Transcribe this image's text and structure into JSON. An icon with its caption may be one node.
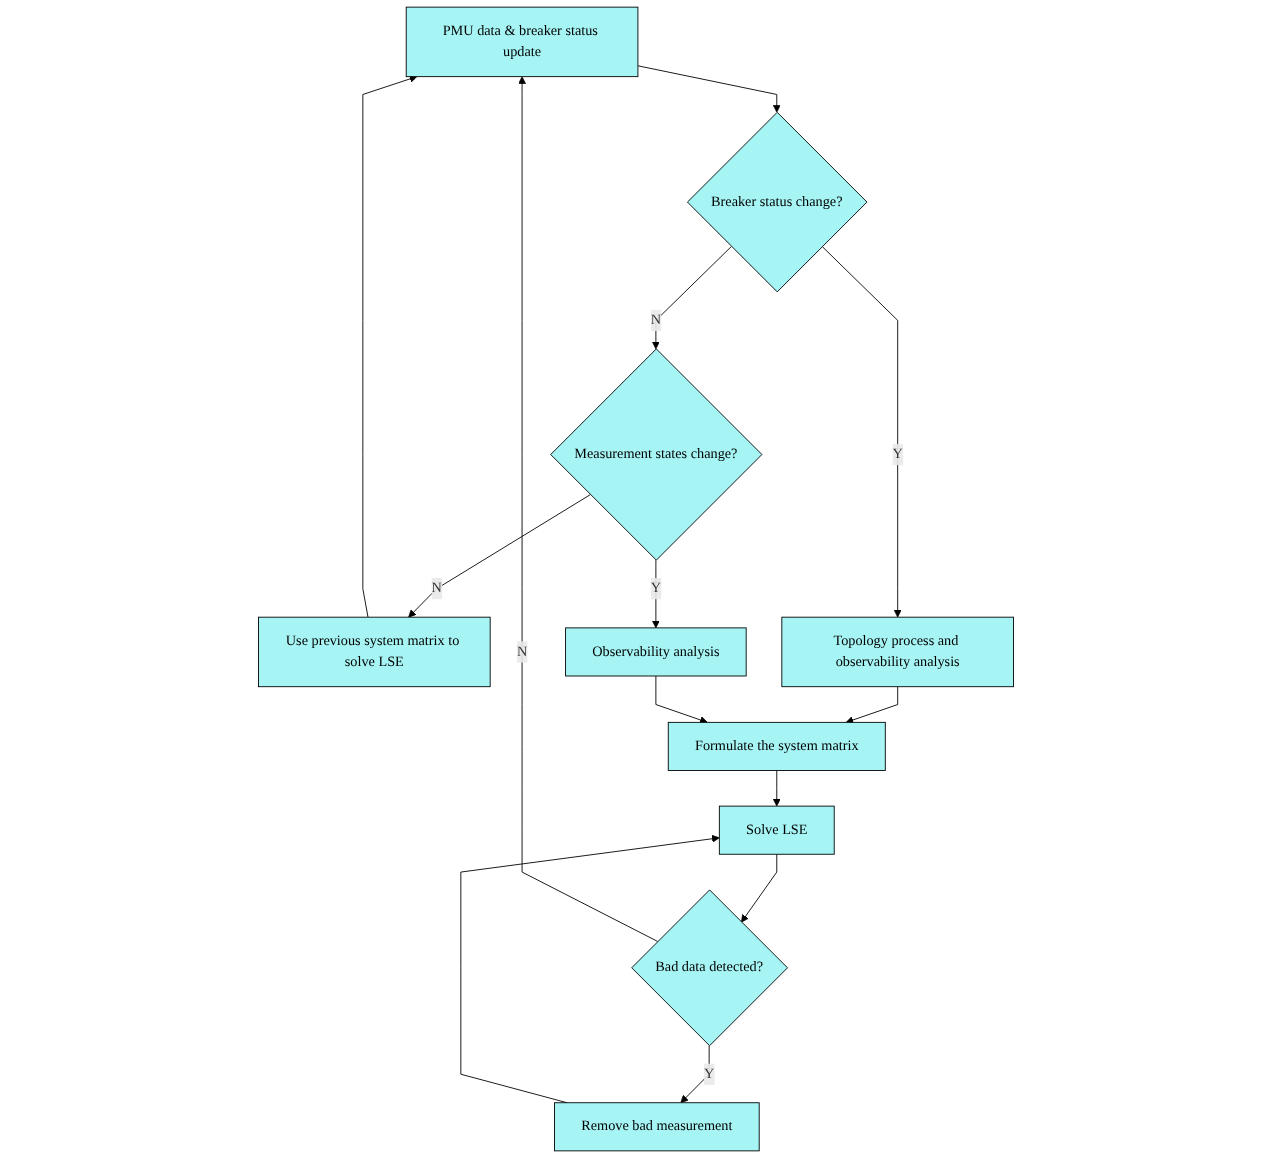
{
  "diagram": {
    "nodes": [
      {
        "text": [
          "PMU data & breaker status update"
        ]
      },
      {
        "text": [
          "Breaker status change?"
        ]
      },
      {
        "text": [
          "Measurement states change?"
        ]
      },
      {
        "text": [
          "Use previous system matrix to solve LSE"
        ]
      },
      {
        "text": [
          "Topology process and observability analysis"
        ]
      },
      {
        "text": [
          "Observability analysis"
        ]
      },
      {
        "text": [
          "Formulate the system matrix"
        ]
      },
      {
        "text": [
          "Solve LSE"
        ]
      },
      {
        "text": [
          "Bad data detected?"
        ]
      },
      {
        "text": [
          "Remove bad measurement"
        ]
      }
    ],
    "edges": [
      {
        "from": 0,
        "to": 1,
        "arrow": "to"
      },
      {
        "from": 1,
        "to": 2,
        "label": "N",
        "arrow": "to"
      },
      {
        "from": 2,
        "to": 3,
        "label": "N",
        "arrow": "to"
      },
      {
        "from": 3,
        "to": 0,
        "arrow": "to"
      },
      {
        "from": 1,
        "to": 4,
        "label": "Y",
        "arrow": "to"
      },
      {
        "from": 2,
        "to": 5,
        "label": "Y",
        "arrow": "to"
      },
      {
        "from": 4,
        "to": 6,
        "arrow": "to"
      },
      {
        "from": 5,
        "to": 6,
        "arrow": "to"
      },
      {
        "from": 6,
        "to": 7,
        "arrow": "to"
      },
      {
        "from": 7,
        "to": 8,
        "arrow": "to"
      },
      {
        "from": 8,
        "to": 9,
        "label": "Y",
        "arrow": "to"
      },
      {
        "from": 9,
        "to": 7,
        "arrow": "to"
      },
      {
        "from": 8,
        "to": 0,
        "label": "N",
        "arrow": "to"
      }
    ]
  }
}
